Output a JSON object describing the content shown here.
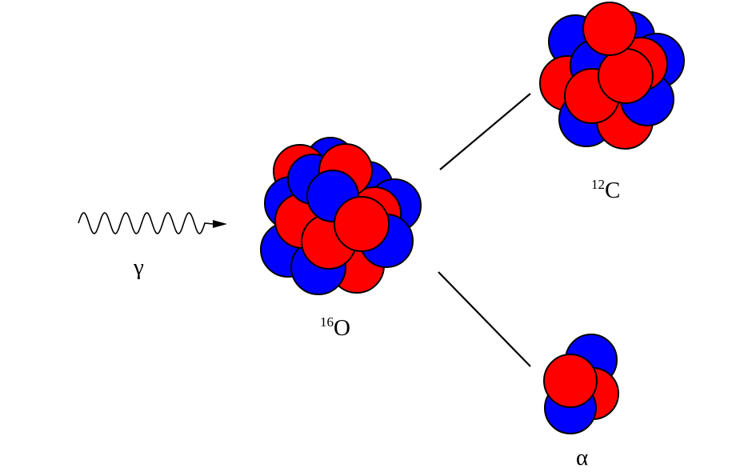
{
  "colors": {
    "proton": "#ff0000",
    "neutron": "#0000ff",
    "outline": "#000000",
    "background": "#ffffff"
  },
  "photon": {
    "label": "γ",
    "icon": "wavy-arrow-icon"
  },
  "oxygen": {
    "mass_number": "16",
    "symbol": "O",
    "nucleons": 16
  },
  "carbon": {
    "mass_number": "12",
    "symbol": "C",
    "nucleons": 12
  },
  "alpha": {
    "label": "α",
    "nucleons": 4
  }
}
